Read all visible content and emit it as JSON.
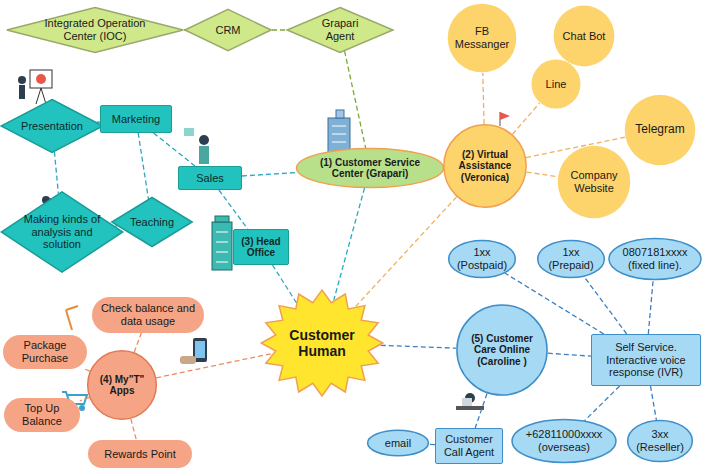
{
  "diagram": {
    "nodes": [
      {
        "text": [
          "Integrated Operation Center (IOC)"
        ]
      },
      {
        "text": [
          "CRM"
        ]
      },
      {
        "text": [
          "Grapari Agent"
        ]
      },
      {
        "text": [
          "Presentation"
        ]
      },
      {
        "text": [
          "Marketing"
        ]
      },
      {
        "text": [
          "Making kinds of analysis and solution"
        ]
      },
      {
        "text": [
          "Teaching"
        ]
      },
      {
        "text": [
          "Sales"
        ]
      },
      {
        "text": [
          "(1) Customer Service Center (Grapari)"
        ]
      },
      {
        "text": [
          "(3) Head Office"
        ]
      },
      {
        "text": [
          "FB Messanger"
        ]
      },
      {
        "text": [
          "Chat Bot"
        ]
      },
      {
        "text": [
          "Line"
        ]
      },
      {
        "text": [
          "Telegram"
        ]
      },
      {
        "text": [
          "Company Website"
        ]
      },
      {
        "text": [
          "(2) Virtual Assistance (Veronica)"
        ]
      },
      {
        "text": [
          "Customer Human"
        ]
      },
      {
        "text": [
          "Check balance and data usage"
        ]
      },
      {
        "text": [
          "Package Purchase"
        ]
      },
      {
        "text": [
          "Top Up Balance"
        ]
      },
      {
        "text": [
          "Rewards Point"
        ]
      },
      {
        "text": [
          "(4) My\"T\" Apps"
        ]
      },
      {
        "text": [
          "1xx (Postpaid)"
        ]
      },
      {
        "text": [
          "1xx (Prepaid)"
        ]
      },
      {
        "text": [
          "0807181xxxx (fixed line)."
        ]
      },
      {
        "text": [
          "(5) Customer Care Online (Caroline )"
        ]
      },
      {
        "text": [
          "Self Service. Interactive voice response (IVR)"
        ]
      },
      {
        "text": [
          "email"
        ]
      },
      {
        "text": [
          "Customer Call Agent"
        ]
      },
      {
        "text": [
          "+62811000xxxx (overseas)"
        ]
      },
      {
        "text": [
          "3xx (Reseller)"
        ]
      }
    ],
    "edges": [
      {
        "from": 0,
        "to": 1,
        "arrow": "none"
      },
      {
        "from": 1,
        "to": 2,
        "arrow": "none"
      },
      {
        "from": 2,
        "to": 8,
        "arrow": "none"
      },
      {
        "from": 3,
        "to": 4,
        "arrow": "none"
      },
      {
        "from": 3,
        "to": 5,
        "arrow": "none"
      },
      {
        "from": 5,
        "to": 6,
        "arrow": "none"
      },
      {
        "from": 4,
        "to": 6,
        "arrow": "none"
      },
      {
        "from": 4,
        "to": 7,
        "arrow": "none"
      },
      {
        "from": 7,
        "to": 8,
        "arrow": "none"
      },
      {
        "from": 7,
        "to": 9,
        "arrow": "none"
      },
      {
        "from": 9,
        "to": 16,
        "arrow": "none"
      },
      {
        "from": 8,
        "to": 16,
        "arrow": "none"
      },
      {
        "from": 15,
        "to": 10,
        "arrow": "none"
      },
      {
        "from": 15,
        "to": 12,
        "arrow": "none"
      },
      {
        "from": 12,
        "to": 11,
        "arrow": "none"
      },
      {
        "from": 15,
        "to": 13,
        "arrow": "none"
      },
      {
        "from": 15,
        "to": 14,
        "arrow": "none"
      },
      {
        "from": 15,
        "to": 16,
        "arrow": "none"
      },
      {
        "from": 21,
        "to": 17,
        "arrow": "none"
      },
      {
        "from": 21,
        "to": 18,
        "arrow": "none"
      },
      {
        "from": 21,
        "to": 19,
        "arrow": "none"
      },
      {
        "from": 21,
        "to": 20,
        "arrow": "none"
      },
      {
        "from": 21,
        "to": 16,
        "arrow": "none"
      },
      {
        "from": 16,
        "to": 25,
        "arrow": "none"
      },
      {
        "from": 25,
        "to": 26,
        "arrow": "none"
      },
      {
        "from": 25,
        "to": 28,
        "arrow": "none"
      },
      {
        "from": 28,
        "to": 27,
        "arrow": "none"
      },
      {
        "from": 26,
        "to": 22,
        "arrow": "none"
      },
      {
        "from": 26,
        "to": 23,
        "arrow": "none"
      },
      {
        "from": 26,
        "to": 24,
        "arrow": "none"
      },
      {
        "from": 26,
        "to": 29,
        "arrow": "none"
      },
      {
        "from": 26,
        "to": 30,
        "arrow": "none"
      }
    ]
  }
}
